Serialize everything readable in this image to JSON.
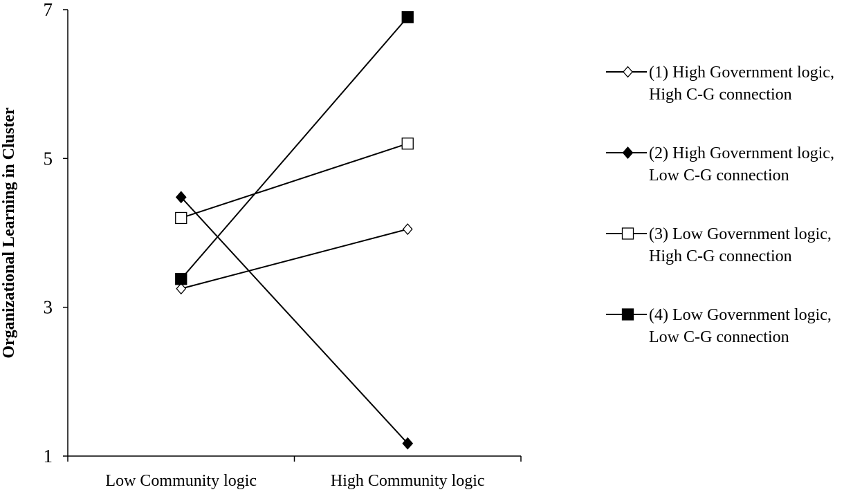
{
  "chart_data": {
    "type": "line",
    "title": "",
    "xlabel": "",
    "ylabel": "Organizational Learning in Cluster",
    "categories": [
      "Low Community logic",
      "High Community logic"
    ],
    "ylim": [
      1,
      7
    ],
    "yticks": [
      1,
      3,
      5,
      7
    ],
    "grid": false,
    "legend_position": "right",
    "series": [
      {
        "name_lines": [
          "(1) High Government logic,",
          "High C-G connection"
        ],
        "marker": "diamond-open",
        "values": [
          3.25,
          4.05
        ]
      },
      {
        "name_lines": [
          "(2) High Government logic,",
          "Low C-G connection"
        ],
        "marker": "diamond-filled",
        "values": [
          4.48,
          1.17
        ]
      },
      {
        "name_lines": [
          "(3) Low Government logic,",
          "High C-G connection"
        ],
        "marker": "square-open",
        "values": [
          4.2,
          5.2
        ]
      },
      {
        "name_lines": [
          "(4) Low Government logic,",
          "Low C-G connection"
        ],
        "marker": "square-filled",
        "values": [
          3.38,
          6.9
        ]
      }
    ],
    "colors": {
      "line": "#000000",
      "marker_fill": "#000000",
      "marker_open_fill": "#ffffff"
    }
  }
}
